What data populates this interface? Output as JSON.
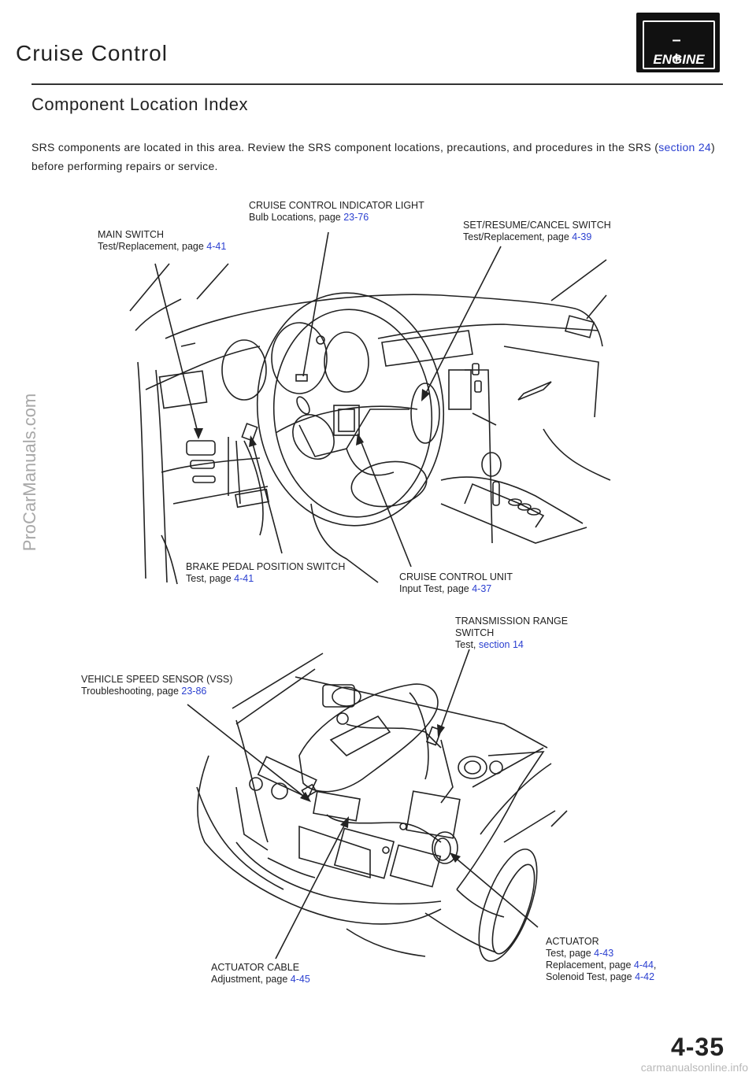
{
  "header": {
    "title": "Cruise Control",
    "logo_symbols": "– +",
    "logo_text": "ENGINE"
  },
  "subtitle": "Component Location Index",
  "intro": {
    "text_before": "SRS components are located in this area. Review the SRS component locations, precautions, and procedures in the SRS (",
    "link": "section 24",
    "text_after": ") before performing repairs or service."
  },
  "labels": {
    "indicator": {
      "title": "CRUISE CONTROL INDICATOR LIGHT",
      "desc": "Bulb Locations, page ",
      "ref": "23-76"
    },
    "set_resume": {
      "title": "SET/RESUME/CANCEL SWITCH",
      "desc": "Test/Replacement, page ",
      "ref": "4-39"
    },
    "main_switch": {
      "title": "MAIN SWITCH",
      "desc": "Test/Replacement, page ",
      "ref": "4-41"
    },
    "brake_pedal": {
      "title": "BRAKE PEDAL POSITION SWITCH",
      "desc": "Test, page ",
      "ref": "4-41"
    },
    "control_unit": {
      "title": "CRUISE CONTROL UNIT",
      "desc": "Input Test, page ",
      "ref": "4-37"
    },
    "trans_range": {
      "title_1": "TRANSMISSION RANGE",
      "title_2": "SWITCH",
      "desc": "Test, ",
      "ref": "section 14"
    },
    "vss": {
      "title": "VEHICLE SPEED SENSOR (VSS)",
      "desc": "Troubleshooting, page ",
      "ref": "23-86"
    },
    "actuator": {
      "title": "ACTUATOR",
      "desc1": "Test, page ",
      "ref1": "4-43",
      "desc2": "Replacement, page ",
      "ref2": "4-44",
      "sep": ",",
      "desc3": "Solenoid Test, page ",
      "ref3": "4-42"
    },
    "actuator_cable": {
      "title": "ACTUATOR CABLE",
      "desc": "Adjustment, page ",
      "ref": "4-45"
    }
  },
  "page_number": "4-35",
  "watermarks": {
    "side": "ProCarManuals.com",
    "footer": "carmanualsonline.info"
  }
}
